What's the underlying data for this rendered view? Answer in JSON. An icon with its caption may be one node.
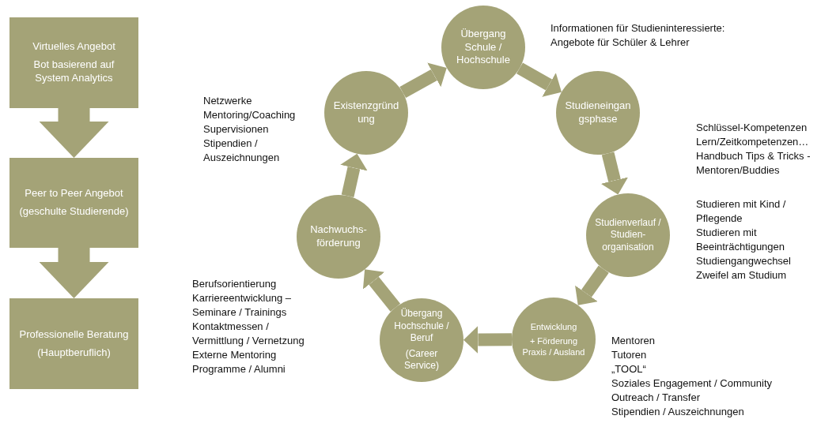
{
  "diagram": {
    "nodes": [
      {
        "text": [
          "Virtuelles Angebot",
          "Bot basierend auf System Analytics"
        ]
      },
      {
        "text": [
          "Peer to Peer Angebot",
          "(geschulte Studierende)"
        ]
      },
      {
        "text": [
          "Professionelle Beratung",
          "(Hauptberuflich)"
        ]
      },
      {
        "text": [
          "Übergang Schule / Hochschule"
        ],
        "beside": [
          "Informationen für Studieninteressierte:",
          "Angebote für Schüler & Lehrer"
        ]
      },
      {
        "text": [
          "Studieneingangsphase"
        ],
        "beside": [
          "Schlüssel-Kompetenzen",
          "Lern/Zeitkompetenzen…",
          "Handbuch Tips & Tricks -",
          "Mentoren/Buddies"
        ]
      },
      {
        "text": [
          "Studienverlauf / Studien-organisation"
        ],
        "beside": [
          "Studieren mit Kind / Pflegende",
          "Studieren mit Beeinträchtigungen",
          "Studiengangwechsel",
          "Zweifel am Studium"
        ]
      },
      {
        "text": [
          "Entwicklung",
          "+ Förderung Praxis / Ausland"
        ],
        "beside": [
          "Mentoren",
          "Tutoren",
          "„TOOL“",
          "Soziales Engagement / Community",
          "Outreach / Transfer",
          "Stipendien / Auszeichnungen"
        ]
      },
      {
        "text": [
          "Übergang Hochschule / Beruf",
          "(Career Service)"
        ],
        "beside": [
          "Berufsorientierung",
          "Karriereentwicklung – Seminare / Trainings",
          "Kontaktmessen / Vermittlung / Vernetzung",
          "Externe Mentoring Programme / Alumni"
        ]
      },
      {
        "text": [
          "Nachwuchs-förderung"
        ]
      },
      {
        "text": [
          "Existenzgründung"
        ],
        "beside": [
          "Netzwerke",
          "Mentoring/Coaching",
          "Supervisionen",
          "Stipendien / Auszeichnungen"
        ]
      }
    ],
    "edges": [
      {
        "from": 0,
        "to": 1,
        "arrow": "to",
        "style": "thick"
      },
      {
        "from": 1,
        "to": 2,
        "arrow": "to",
        "style": "thick"
      },
      {
        "from": 3,
        "to": 4,
        "arrow": "to"
      },
      {
        "from": 4,
        "to": 5,
        "arrow": "to"
      },
      {
        "from": 5,
        "to": 6,
        "arrow": "to"
      },
      {
        "from": 6,
        "to": 7,
        "arrow": "to"
      },
      {
        "from": 7,
        "to": 8,
        "arrow": "to"
      },
      {
        "from": 8,
        "to": 9,
        "arrow": "to"
      },
      {
        "from": 9,
        "to": 3,
        "arrow": "to"
      }
    ]
  }
}
